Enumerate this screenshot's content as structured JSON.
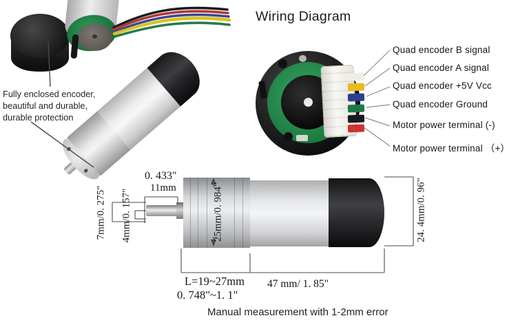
{
  "photo_section": {
    "caption": {
      "line1": "Fully enclosed encoder,",
      "line2": "beautiful and durable,",
      "line3": "durable protection"
    }
  },
  "wiring_diagram": {
    "title": "Wiring Diagram",
    "labels": [
      "Quad encoder B signal",
      "Quad encoder A signal",
      "Quad encoder +5V Vcc",
      "Quad encoder Ground",
      "Motor power terminal  (-)",
      "Motor power terminal （+）"
    ],
    "wire_colors": {
      "b_signal": "#efede6",
      "a_signal": "#e8ba1c",
      "vcc": "#2c3f8f",
      "ground": "#20784a",
      "negative": "#1a1a1a",
      "positive": "#cc3333"
    }
  },
  "dimensions": {
    "shaft_length_in": "0. 433\"",
    "shaft_length_mm": "11mm",
    "shaft_step_diameter": "7mm/0. 275\"",
    "shaft_tip_diameter": "4mm/0. 157\"",
    "gearbox_diameter": "25mm/0. 984\"",
    "case_diameter": "24. 4mm/0. 96\"",
    "gearbox_length_mm": "L=19~27mm",
    "gearbox_length_in": "0. 748\"~1. 1\"",
    "body_length": "47 mm/ 1. 85\"",
    "note": "Manual measurement with 1-2mm error"
  }
}
